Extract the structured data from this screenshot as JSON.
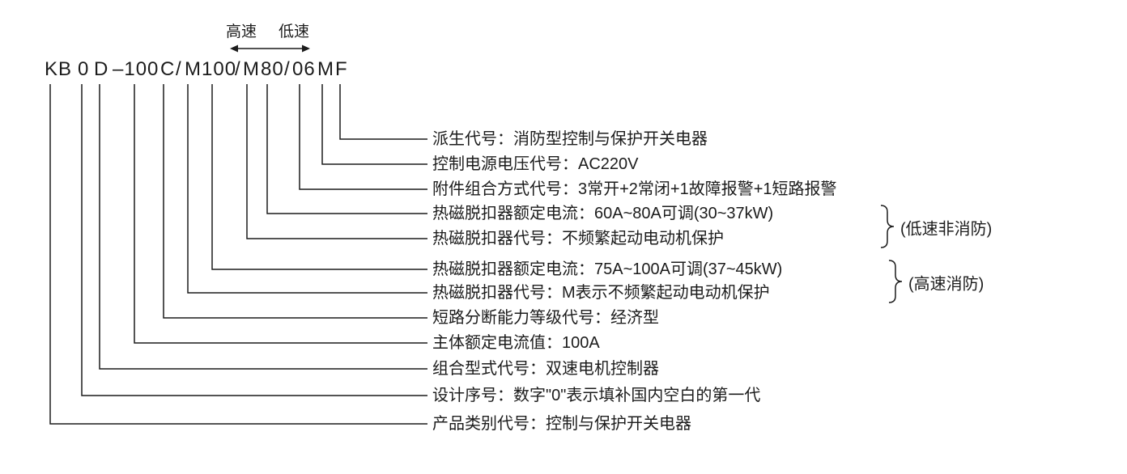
{
  "speed_arrow": {
    "high_label": "高速",
    "low_label": "低速"
  },
  "model_code": {
    "segments": [
      {
        "text": "KB"
      },
      {
        "text": "0"
      },
      {
        "text": "D"
      },
      {
        "text": "–100"
      },
      {
        "text": "C"
      },
      {
        "text": "/"
      },
      {
        "text": "M100"
      },
      {
        "text": "/"
      },
      {
        "text": "M"
      },
      {
        "text": "80"
      },
      {
        "text": "/"
      },
      {
        "text": "06"
      },
      {
        "text": "M"
      },
      {
        "text": "F"
      }
    ]
  },
  "descriptions": [
    {
      "code_part": "F",
      "text": "派生代号：消防型控制与保护开关电器"
    },
    {
      "code_part": "M",
      "text": "控制电源电压代号：AC220V"
    },
    {
      "code_part": "06",
      "text": "附件组合方式代号：3常开+2常闭+1故障报警+1短路报警"
    },
    {
      "code_part": "80",
      "text": "热磁脱扣器额定电流：60A~80A可调(30~37kW)"
    },
    {
      "code_part": "M",
      "text": "热磁脱扣器代号：不频繁起动电动机保护"
    },
    {
      "code_part": "100",
      "text": "热磁脱扣器额定电流：75A~100A可调(37~45kW)"
    },
    {
      "code_part": "M",
      "text": "热磁脱扣器代号：M表示不频繁起动电动机保护"
    },
    {
      "code_part": "C",
      "text": "短路分断能力等级代号：经济型"
    },
    {
      "code_part": "100",
      "text": "主体额定电流值：100A"
    },
    {
      "code_part": "D",
      "text": "组合型式代号：双速电机控制器"
    },
    {
      "code_part": "0",
      "text": "设计序号：数字\"0\"表示填补国内空白的第一代"
    },
    {
      "code_part": "KB",
      "text": "产品类别代号：控制与保护开关电器"
    }
  ],
  "groups": [
    {
      "label": "(低速非消防)"
    },
    {
      "label": "(高速消防)"
    }
  ],
  "colors": {
    "line": "#1c1c1c",
    "text": "#1c1c1c",
    "background": "#ffffff"
  }
}
